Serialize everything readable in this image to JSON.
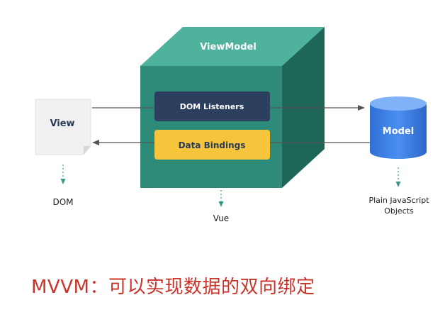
{
  "diagram": {
    "viewmodel": {
      "label": "ViewModel"
    },
    "dom_listeners": {
      "label": "DOM Listeners"
    },
    "data_bindings": {
      "label": "Data Bindings"
    },
    "view": {
      "label": "View",
      "below_label": "DOM"
    },
    "model": {
      "label": "Model",
      "below_label_line1": "Plain JavaScript",
      "below_label_line2": "Objects"
    },
    "vue_label": "Vue"
  },
  "caption": "MVVM：可以实现数据的双向绑定",
  "colors": {
    "cube_front": "#2e8b7a",
    "cube_top": "#4fb29d",
    "cube_side": "#1d6658",
    "dom_listeners_box": "#2d3f5e",
    "data_bindings_box": "#f6c53b",
    "model_cylinder": "#3b82e6",
    "arrow": "#555555",
    "dotted_connector": "#3a9a88",
    "caption": "#c8342a"
  }
}
